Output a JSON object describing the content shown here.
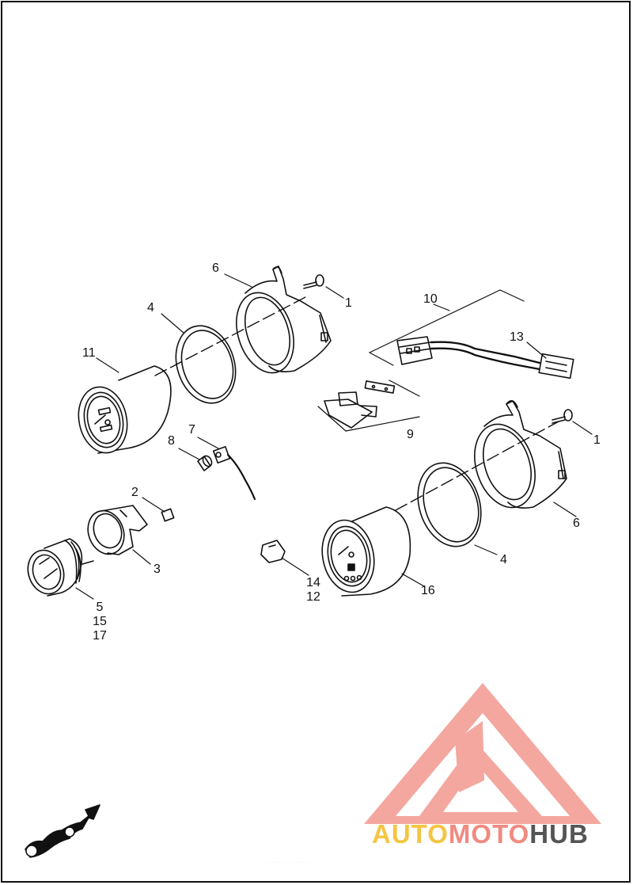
{
  "diagram": {
    "callouts": {
      "c1a": "1",
      "c1b": "1",
      "c2": "2",
      "c3": "3",
      "c4a": "4",
      "c4b": "4",
      "c5": [
        "5",
        "15",
        "17"
      ],
      "c6a": "6",
      "c6b": "6",
      "c7": "7",
      "c8": "8",
      "c9": "9",
      "c10": "10",
      "c11": "11",
      "c13": "13",
      "c14": [
        "14",
        "12"
      ],
      "c16": "16"
    }
  },
  "watermark": {
    "brand_part1": "AUTO",
    "brand_part2": "MOTO",
    "brand_part3": "HUB",
    "colors": {
      "auto": "#f5c542",
      "moto": "#f08a80",
      "hub": "#555555",
      "triangle": "#f08a80"
    }
  },
  "footer": {
    "faint_text": "· · · · · · · · · · · · · ·"
  }
}
